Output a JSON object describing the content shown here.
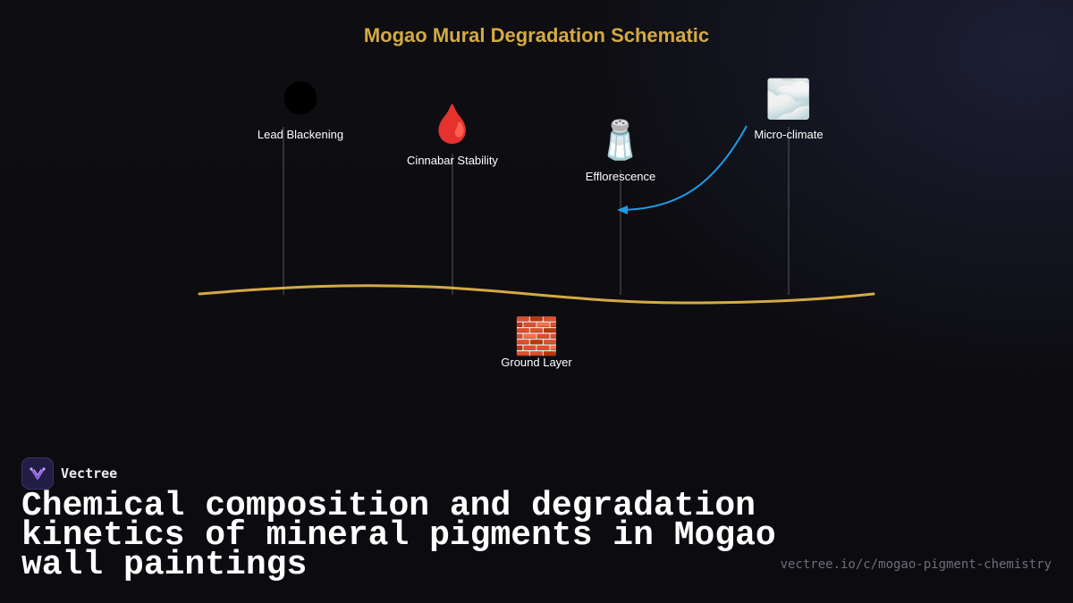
{
  "diagram": {
    "title": "Mogao Mural Degradation Schematic",
    "nodes": [
      {
        "id": "lead",
        "label": "Lead Blackening",
        "icon": "🌑",
        "icon_name": "new-moon-icon"
      },
      {
        "id": "cinnabar",
        "label": "Cinnabar Stability",
        "icon": "🩸",
        "icon_name": "drop-of-blood-icon"
      },
      {
        "id": "efflorescence",
        "label": "Efflorescence",
        "icon": "🧂",
        "icon_name": "salt-shaker-icon"
      },
      {
        "id": "microclimate",
        "label": "Micro-climate",
        "icon": "🌫️",
        "icon_name": "fog-icon"
      },
      {
        "id": "ground",
        "label": "Ground Layer",
        "icon": "🧱",
        "icon_name": "brick-icon"
      }
    ],
    "edges": [
      {
        "from": "microclimate",
        "to": "efflorescence",
        "color": "#1e9be6"
      }
    ],
    "colors": {
      "title": "#d4aa45",
      "ground_curve": "#d4aa45",
      "connector": "#55555c",
      "label": "#ffffff"
    }
  },
  "brand": {
    "name": "Vectree",
    "logo_icon": "vectree-logo-icon"
  },
  "headline": "Chemical composition and degradation kinetics of mineral pigments in Mogao wall paintings",
  "footer": {
    "url": "vectree.io/c/mogao-pigment-chemistry"
  }
}
